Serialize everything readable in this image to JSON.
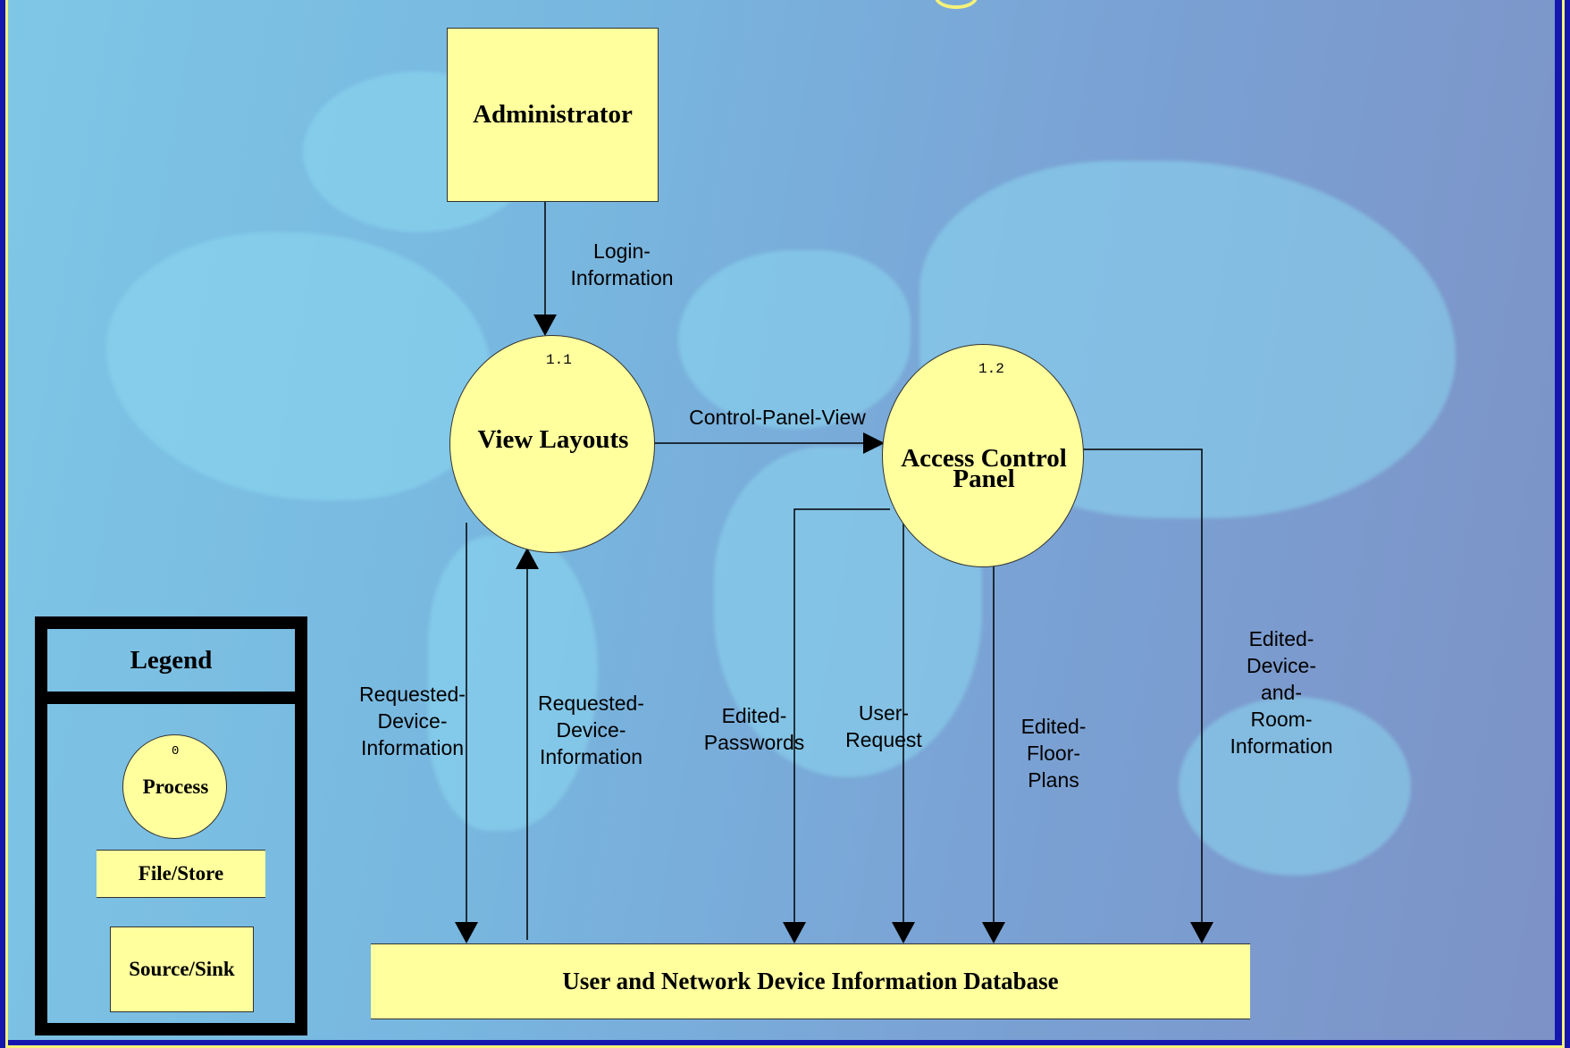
{
  "diagram": {
    "entities": {
      "administrator": "Administrator"
    },
    "processes": {
      "view_layouts": {
        "id": "1.1",
        "label": "View Layouts"
      },
      "access_control_panel": {
        "id": "1.2",
        "label_line1": "Access Control",
        "label_line2": "Panel"
      }
    },
    "data_store": {
      "label": "User and Network Device Information Database"
    },
    "flows": {
      "login_information": [
        "Login-",
        "Information"
      ],
      "control_panel_view": "Control-Panel-View",
      "requested_device_information_down": [
        "Requested-",
        "Device-",
        "Information"
      ],
      "requested_device_information_up": [
        "Requested-",
        "Device-",
        "Information"
      ],
      "edited_passwords": [
        "Edited-",
        "Passwords"
      ],
      "user_request": [
        "User-",
        "Request"
      ],
      "edited_floor_plans": [
        "Edited-",
        "Floor-",
        "Plans"
      ],
      "edited_device_and_room_information": [
        "Edited-",
        "Device-",
        "and-",
        "Room-",
        "Information"
      ]
    }
  },
  "legend": {
    "title": "Legend",
    "process_id": "0",
    "process_label": "Process",
    "store_label": "File/Store",
    "source_sink_label": "Source/Sink"
  }
}
